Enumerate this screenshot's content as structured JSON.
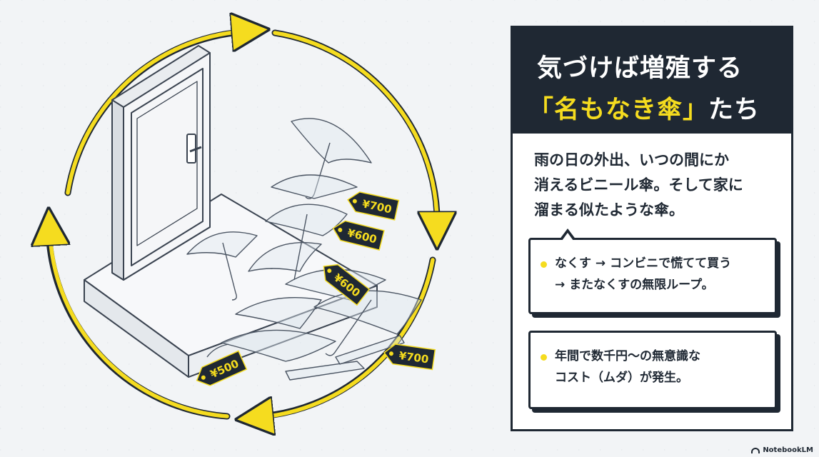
{
  "title": {
    "line1": "気づけば増殖する",
    "line2_highlight": "「名もなき傘」",
    "line2_rest": "たち"
  },
  "intro": [
    "雨の日の外出、いつの間にか",
    "消えるビニール傘。そして家に",
    "溜まる似たような傘。"
  ],
  "bubble1": [
    "なくす → コンビニで慌てて買う",
    "→ またなくすの無限ループ。"
  ],
  "bubble2": [
    "年間で数千円〜の無意識な",
    "コスト（ムダ）が発生。"
  ],
  "price_tags": [
    "¥700",
    "¥600",
    "¥600",
    "¥500",
    "¥700"
  ],
  "brand": "NotebookLM",
  "colors": {
    "accent": "#f5dc1f",
    "dark": "#1f2833",
    "background": "#f2f4f6"
  }
}
